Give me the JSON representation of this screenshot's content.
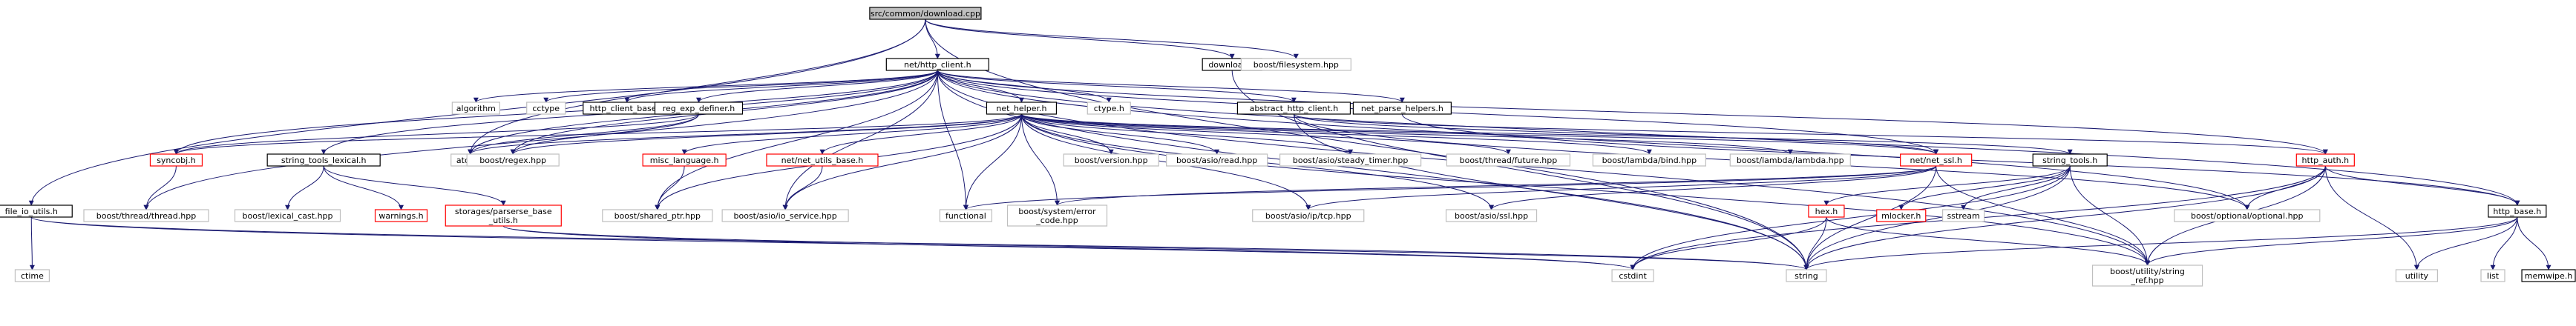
{
  "diagram": {
    "type": "include-dependency-graph",
    "nodes": [
      {
        "id": "root",
        "lines": [
          "src/common/download.cpp"
        ],
        "style": "root"
      },
      {
        "id": "net_http_client",
        "lines": [
          "net/http_client.h"
        ],
        "style": "normal"
      },
      {
        "id": "download_h",
        "lines": [
          "download.h"
        ],
        "style": "normal"
      },
      {
        "id": "boost_filesystem",
        "lines": [
          "boost/filesystem.hpp"
        ],
        "style": "system"
      },
      {
        "id": "algorithm",
        "lines": [
          "algorithm"
        ],
        "style": "system"
      },
      {
        "id": "cctype",
        "lines": [
          "cctype"
        ],
        "style": "system"
      },
      {
        "id": "http_client_base",
        "lines": [
          "http_client_base.h"
        ],
        "style": "normal"
      },
      {
        "id": "reg_exp_definer",
        "lines": [
          "reg_exp_definer.h"
        ],
        "style": "normal"
      },
      {
        "id": "ctype_h",
        "lines": [
          "ctype.h"
        ],
        "style": "system"
      },
      {
        "id": "net_helper",
        "lines": [
          "net_helper.h"
        ],
        "style": "normal"
      },
      {
        "id": "abstract_http_client",
        "lines": [
          "abstract_http_client.h"
        ],
        "style": "normal"
      },
      {
        "id": "net_parse_helpers",
        "lines": [
          "net_parse_helpers.h"
        ],
        "style": "normal"
      },
      {
        "id": "syncobj",
        "lines": [
          "syncobj.h"
        ],
        "style": "missing"
      },
      {
        "id": "string_tools_lexical",
        "lines": [
          "string_tools_lexical.h"
        ],
        "style": "normal"
      },
      {
        "id": "atomic",
        "lines": [
          "atomic"
        ],
        "style": "system"
      },
      {
        "id": "boost_regex",
        "lines": [
          "boost/regex.hpp"
        ],
        "style": "system"
      },
      {
        "id": "misc_language",
        "lines": [
          "misc_language.h"
        ],
        "style": "missing"
      },
      {
        "id": "net_utils_base",
        "lines": [
          "net/net_utils_base.h"
        ],
        "style": "missing"
      },
      {
        "id": "boost_version",
        "lines": [
          "boost/version.hpp"
        ],
        "style": "system"
      },
      {
        "id": "boost_asio_read",
        "lines": [
          "boost/asio/read.hpp"
        ],
        "style": "system"
      },
      {
        "id": "boost_asio_steady_timer",
        "lines": [
          "boost/asio/steady_timer.hpp"
        ],
        "style": "system"
      },
      {
        "id": "boost_thread_future",
        "lines": [
          "boost/thread/future.hpp"
        ],
        "style": "system"
      },
      {
        "id": "boost_lambda_bind",
        "lines": [
          "boost/lambda/bind.hpp"
        ],
        "style": "system"
      },
      {
        "id": "boost_lambda_lambda",
        "lines": [
          "boost/lambda/lambda.hpp"
        ],
        "style": "system"
      },
      {
        "id": "net_ssl",
        "lines": [
          "net/net_ssl.h"
        ],
        "style": "missing"
      },
      {
        "id": "string_tools",
        "lines": [
          "string_tools.h"
        ],
        "style": "normal"
      },
      {
        "id": "http_auth",
        "lines": [
          "http_auth.h"
        ],
        "style": "missing"
      },
      {
        "id": "boost_thread_thread",
        "lines": [
          "boost/thread/thread.hpp"
        ],
        "style": "system"
      },
      {
        "id": "boost_lexical_cast",
        "lines": [
          "boost/lexical_cast.hpp"
        ],
        "style": "system"
      },
      {
        "id": "warnings",
        "lines": [
          "warnings.h"
        ],
        "style": "missing"
      },
      {
        "id": "storages_parserse",
        "lines": [
          "storages/parserse_base",
          "_utils.h"
        ],
        "style": "missing"
      },
      {
        "id": "boost_shared_ptr",
        "lines": [
          "boost/shared_ptr.hpp"
        ],
        "style": "system"
      },
      {
        "id": "boost_asio_io_service",
        "lines": [
          "boost/asio/io_service.hpp"
        ],
        "style": "system"
      },
      {
        "id": "functional",
        "lines": [
          "functional"
        ],
        "style": "system"
      },
      {
        "id": "boost_system_error_code",
        "lines": [
          "boost/system/error",
          "_code.hpp"
        ],
        "style": "system"
      },
      {
        "id": "boost_asio_ip_tcp",
        "lines": [
          "boost/asio/ip/tcp.hpp"
        ],
        "style": "system"
      },
      {
        "id": "boost_asio_ssl",
        "lines": [
          "boost/asio/ssl.hpp"
        ],
        "style": "system"
      },
      {
        "id": "hex",
        "lines": [
          "hex.h"
        ],
        "style": "missing"
      },
      {
        "id": "mlocker",
        "lines": [
          "mlocker.h"
        ],
        "style": "missing"
      },
      {
        "id": "sstream",
        "lines": [
          "sstream"
        ],
        "style": "system"
      },
      {
        "id": "boost_optional",
        "lines": [
          "boost/optional/optional.hpp"
        ],
        "style": "system"
      },
      {
        "id": "http_base",
        "lines": [
          "http_base.h"
        ],
        "style": "normal"
      },
      {
        "id": "file_io_utils",
        "lines": [
          "file_io_utils.h"
        ],
        "style": "normal"
      },
      {
        "id": "ctime",
        "lines": [
          "ctime"
        ],
        "style": "system"
      },
      {
        "id": "cstdint",
        "lines": [
          "cstdint"
        ],
        "style": "system"
      },
      {
        "id": "string",
        "lines": [
          "string"
        ],
        "style": "system"
      },
      {
        "id": "boost_utility_string_ref",
        "lines": [
          "boost/utility/string",
          "_ref.hpp"
        ],
        "style": "system"
      },
      {
        "id": "utility",
        "lines": [
          "utility"
        ],
        "style": "system"
      },
      {
        "id": "list",
        "lines": [
          "list"
        ],
        "style": "system"
      },
      {
        "id": "memwipe",
        "lines": [
          "memwipe.h"
        ],
        "style": "normal"
      }
    ],
    "edges": [
      [
        "root",
        "net_http_client"
      ],
      [
        "root",
        "download_h"
      ],
      [
        "root",
        "boost_filesystem"
      ],
      [
        "root",
        "file_io_utils"
      ],
      [
        "root",
        "atomic"
      ],
      [
        "root",
        "string"
      ],
      [
        "download_h",
        "boost_filesystem"
      ],
      [
        "download_h",
        "string"
      ],
      [
        "net_http_client",
        "algorithm"
      ],
      [
        "net_http_client",
        "cctype"
      ],
      [
        "net_http_client",
        "http_client_base"
      ],
      [
        "net_http_client",
        "reg_exp_definer"
      ],
      [
        "net_http_client",
        "ctype_h"
      ],
      [
        "net_http_client",
        "net_helper"
      ],
      [
        "net_http_client",
        "abstract_http_client"
      ],
      [
        "net_http_client",
        "net_parse_helpers"
      ],
      [
        "net_http_client",
        "syncobj"
      ],
      [
        "net_http_client",
        "string_tools_lexical"
      ],
      [
        "net_http_client",
        "boost_thread_thread"
      ],
      [
        "net_http_client",
        "boost_shared_ptr"
      ],
      [
        "net_http_client",
        "boost_regex"
      ],
      [
        "net_http_client",
        "atomic"
      ],
      [
        "net_http_client",
        "functional"
      ],
      [
        "net_http_client",
        "boost_asio_io_service"
      ],
      [
        "net_http_client",
        "http_auth"
      ],
      [
        "net_http_client",
        "http_base"
      ],
      [
        "net_http_client",
        "string"
      ],
      [
        "net_http_client",
        "boost_optional"
      ],
      [
        "net_http_client",
        "boost_utility_string_ref"
      ],
      [
        "net_http_client",
        "net_ssl"
      ],
      [
        "reg_exp_definer",
        "boost_regex"
      ],
      [
        "reg_exp_definer",
        "atomic"
      ],
      [
        "reg_exp_definer",
        "syncobj"
      ],
      [
        "net_helper",
        "syncobj"
      ],
      [
        "net_helper",
        "atomic"
      ],
      [
        "net_helper",
        "boost_regex"
      ],
      [
        "net_helper",
        "misc_language"
      ],
      [
        "net_helper",
        "net_utils_base"
      ],
      [
        "net_helper",
        "boost_version"
      ],
      [
        "net_helper",
        "boost_asio_read"
      ],
      [
        "net_helper",
        "boost_asio_steady_timer"
      ],
      [
        "net_helper",
        "boost_thread_future"
      ],
      [
        "net_helper",
        "boost_lambda_bind"
      ],
      [
        "net_helper",
        "boost_lambda_lambda"
      ],
      [
        "net_helper",
        "net_ssl"
      ],
      [
        "net_helper",
        "string_tools"
      ],
      [
        "net_helper",
        "functional"
      ],
      [
        "net_helper",
        "boost_system_error_code"
      ],
      [
        "net_helper",
        "boost_asio_ip_tcp"
      ],
      [
        "net_helper",
        "boost_asio_ssl"
      ],
      [
        "net_helper",
        "boost_asio_io_service"
      ],
      [
        "net_helper",
        "boost_shared_ptr"
      ],
      [
        "net_helper",
        "boost_utility_string_ref"
      ],
      [
        "abstract_http_client",
        "net_ssl"
      ],
      [
        "abstract_http_client",
        "string"
      ],
      [
        "abstract_http_client",
        "boost_optional"
      ],
      [
        "abstract_http_client",
        "http_auth"
      ],
      [
        "net_parse_helpers",
        "http_base"
      ],
      [
        "syncobj",
        "boost_thread_thread"
      ],
      [
        "string_tools_lexical",
        "warnings"
      ],
      [
        "string_tools_lexical",
        "storages_parserse"
      ],
      [
        "string_tools_lexical",
        "boost_lexical_cast"
      ],
      [
        "misc_language",
        "boost_shared_ptr"
      ],
      [
        "net_utils_base",
        "boost_asio_io_service"
      ],
      [
        "net_ssl",
        "boost_asio_ip_tcp"
      ],
      [
        "net_ssl",
        "boost_asio_ssl"
      ],
      [
        "net_ssl",
        "boost_system_error_code"
      ],
      [
        "net_ssl",
        "string"
      ],
      [
        "net_ssl",
        "boost_utility_string_ref"
      ],
      [
        "net_ssl",
        "functional"
      ],
      [
        "string_tools",
        "hex"
      ],
      [
        "string_tools",
        "mlocker"
      ],
      [
        "string_tools",
        "sstream"
      ],
      [
        "string_tools",
        "cstdint"
      ],
      [
        "string_tools",
        "string"
      ],
      [
        "string_tools",
        "boost_utility_string_ref"
      ],
      [
        "http_auth",
        "boost_optional"
      ],
      [
        "http_auth",
        "http_base"
      ],
      [
        "http_auth",
        "utility"
      ],
      [
        "http_auth",
        "string"
      ],
      [
        "http_auth",
        "boost_utility_string_ref"
      ],
      [
        "http_auth",
        "cstdint"
      ],
      [
        "storages_parserse",
        "string"
      ],
      [
        "storages_parserse",
        "cstdint"
      ],
      [
        "hex",
        "cstdint"
      ],
      [
        "hex",
        "string"
      ],
      [
        "hex",
        "boost_utility_string_ref"
      ],
      [
        "http_base",
        "boost_utility_string_ref"
      ],
      [
        "http_base",
        "string"
      ],
      [
        "http_base",
        "utility"
      ],
      [
        "http_base",
        "list"
      ],
      [
        "http_base",
        "memwipe"
      ],
      [
        "file_io_utils",
        "ctime"
      ],
      [
        "file_io_utils",
        "string"
      ],
      [
        "file_io_utils",
        "cstdint"
      ]
    ],
    "colors": {
      "root_fill": "#bfbfbf",
      "normal_border": "#000000",
      "missing_border": "#ff0000",
      "system_border": "#bfbfbf",
      "edge": "#191970",
      "text": "#000000",
      "background": "#ffffff"
    }
  }
}
